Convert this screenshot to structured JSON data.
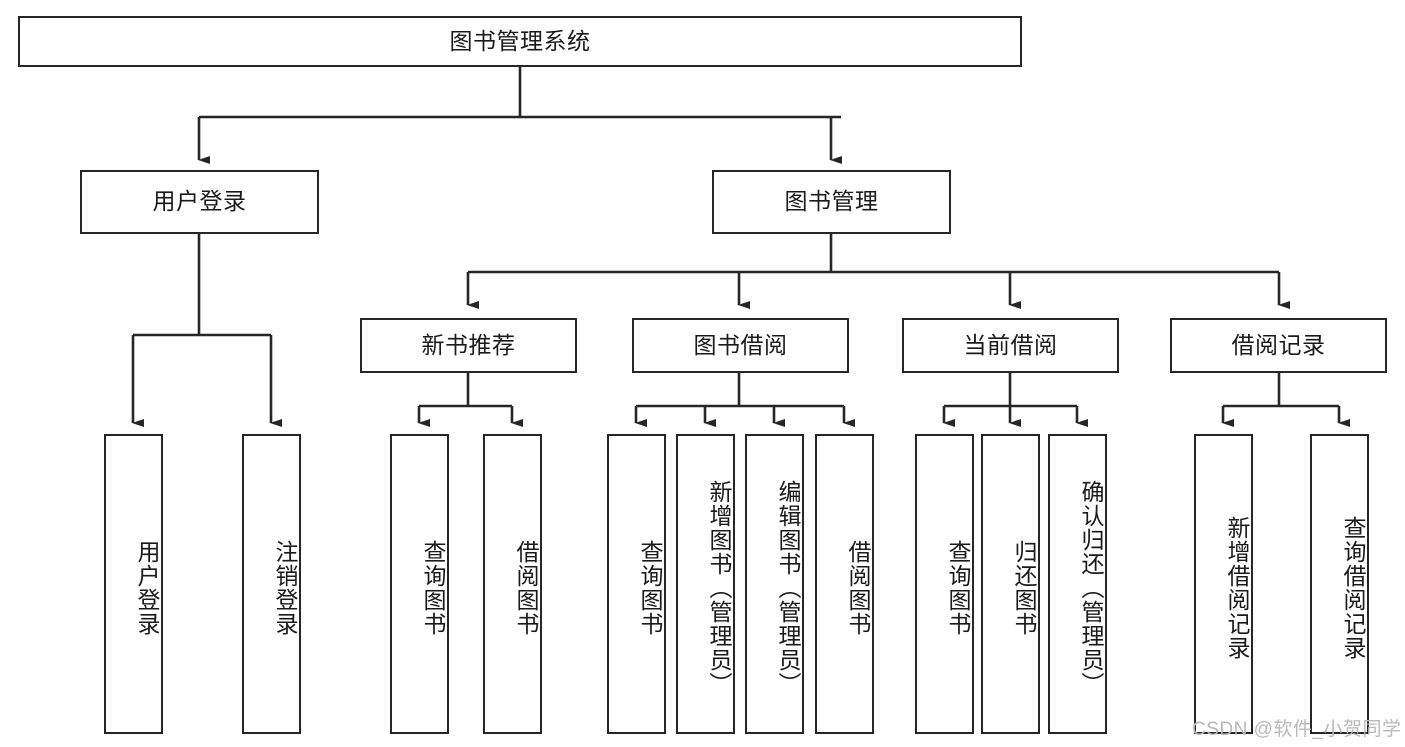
{
  "diagram": {
    "type": "hierarchy-tree",
    "title": "图书管理系统",
    "orientation": "top-down",
    "style": {
      "box_border_color": "#262626",
      "box_fill_color": "#ffffff",
      "connector_color": "#262626",
      "background_color": "#ffffff",
      "text_color": "#1a1a1a",
      "watermark_color": "#b9b9b9"
    },
    "levels": {
      "level1": [
        "图书管理系统"
      ],
      "level2": [
        "用户登录",
        "图书管理"
      ],
      "level3": [
        "新书推荐",
        "图书借阅",
        "当前借阅",
        "借阅记录"
      ],
      "level4": [
        "用户登录",
        "注销登录",
        "查询图书",
        "借阅图书",
        "查询图书",
        "新增图书（管理员）",
        "编辑图书（管理员）",
        "借阅图书",
        "查询图书",
        "归还图书",
        "确认归还（管理员）",
        "新增借阅记录",
        "查询借阅记录"
      ]
    }
  },
  "root": {
    "label": "图书管理系统"
  },
  "branches": [
    {
      "id": "user-login",
      "label": "用户登录",
      "children": [
        {
          "id": "user-login-action",
          "label": "用户登录"
        },
        {
          "id": "user-logout-action",
          "label": "注销登录"
        }
      ]
    },
    {
      "id": "book-management",
      "label": "图书管理",
      "groups": [
        {
          "id": "new-book-recommend",
          "label": "新书推荐",
          "children": [
            {
              "id": "query-book-1",
              "label": "查询图书"
            },
            {
              "id": "borrow-book-1",
              "label": "借阅图书"
            }
          ]
        },
        {
          "id": "book-borrow",
          "label": "图书借阅",
          "children": [
            {
              "id": "query-book-2",
              "label": "查询图书"
            },
            {
              "id": "add-book-admin",
              "label": "新增图书（管理员）"
            },
            {
              "id": "edit-book-admin",
              "label": "编辑图书（管理员）"
            },
            {
              "id": "borrow-book-2",
              "label": "借阅图书"
            }
          ]
        },
        {
          "id": "current-borrow",
          "label": "当前借阅",
          "children": [
            {
              "id": "query-book-3",
              "label": "查询图书"
            },
            {
              "id": "return-book",
              "label": "归还图书"
            },
            {
              "id": "confirm-return-admin",
              "label": "确认归还（管理员）"
            }
          ]
        },
        {
          "id": "borrow-record",
          "label": "借阅记录",
          "children": [
            {
              "id": "add-borrow-record",
              "label": "新增借阅记录"
            },
            {
              "id": "query-borrow-record",
              "label": "查询借阅记录"
            }
          ]
        }
      ]
    }
  ],
  "watermark": {
    "text": "CSDN @软件_小贺同学"
  }
}
